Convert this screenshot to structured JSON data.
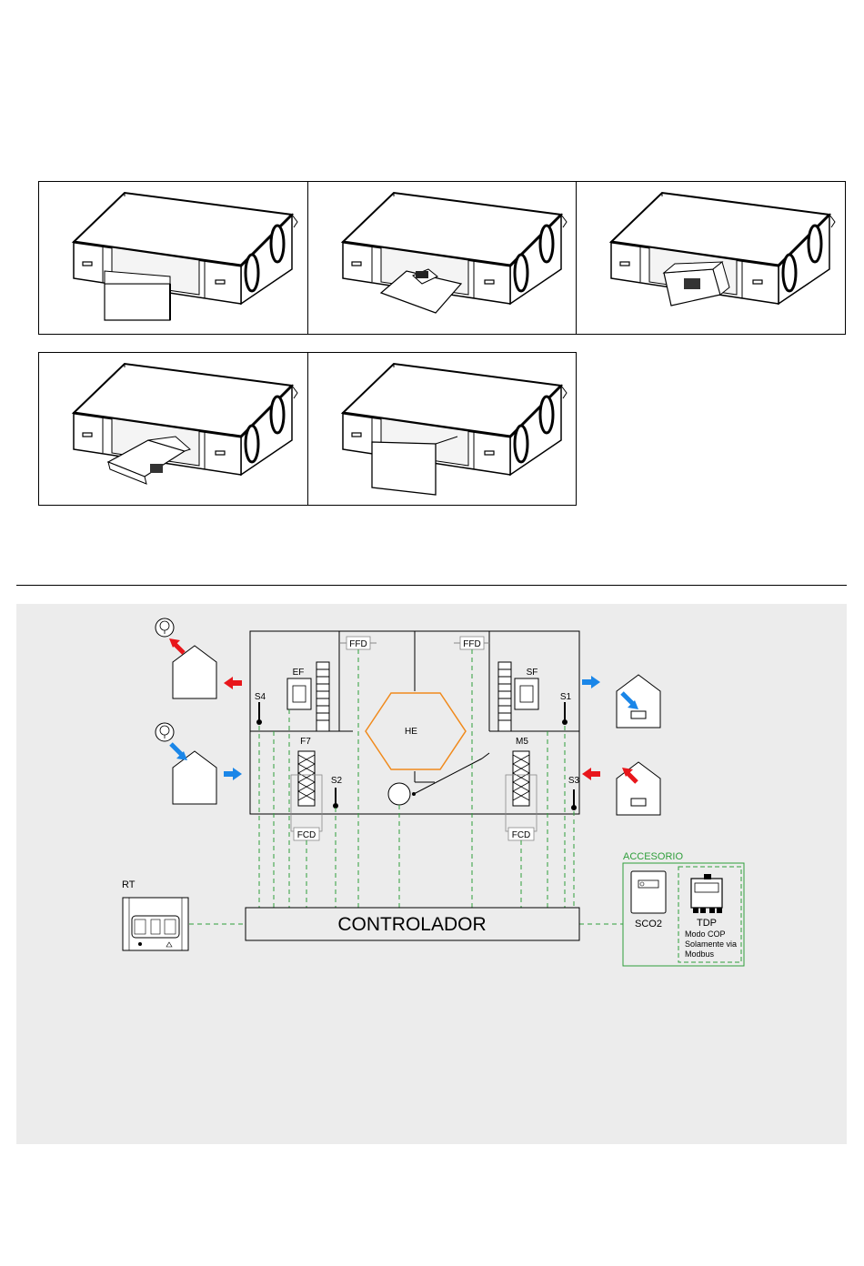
{
  "panels": [
    {
      "id": "step-1",
      "variant": "door-open"
    },
    {
      "id": "step-2",
      "variant": "unit-lowered"
    },
    {
      "id": "step-3",
      "variant": "unit-tilted"
    },
    {
      "id": "step-4",
      "variant": "unit-down"
    },
    {
      "id": "step-5",
      "variant": "door-closed"
    }
  ],
  "schematic": {
    "labels": {
      "ffd_left": "FFD",
      "ffd_right": "FFD",
      "ef": "EF",
      "sf": "SF",
      "he": "HE",
      "f7": "F7",
      "m5": "M5",
      "s1": "S1",
      "s2": "S2",
      "s3": "S3",
      "s4": "S4",
      "fcd_left": "FCD",
      "fcd_right": "FCD",
      "rt": "RT",
      "controller": "CONTROLADOR",
      "accessory": "ACCESORIO",
      "sco2": "SCO2",
      "tdp": "TDP",
      "tdp_note_1": "Modo COP",
      "tdp_note_2": "Solamente via",
      "tdp_note_3": "Modbus"
    },
    "colors": {
      "exhaust_arrow": "#e8161b",
      "supply_arrow": "#1a86e8",
      "control_line": "#2e9e3a",
      "heat_exchanger": "#f08a1c",
      "background": "#ececec"
    }
  }
}
